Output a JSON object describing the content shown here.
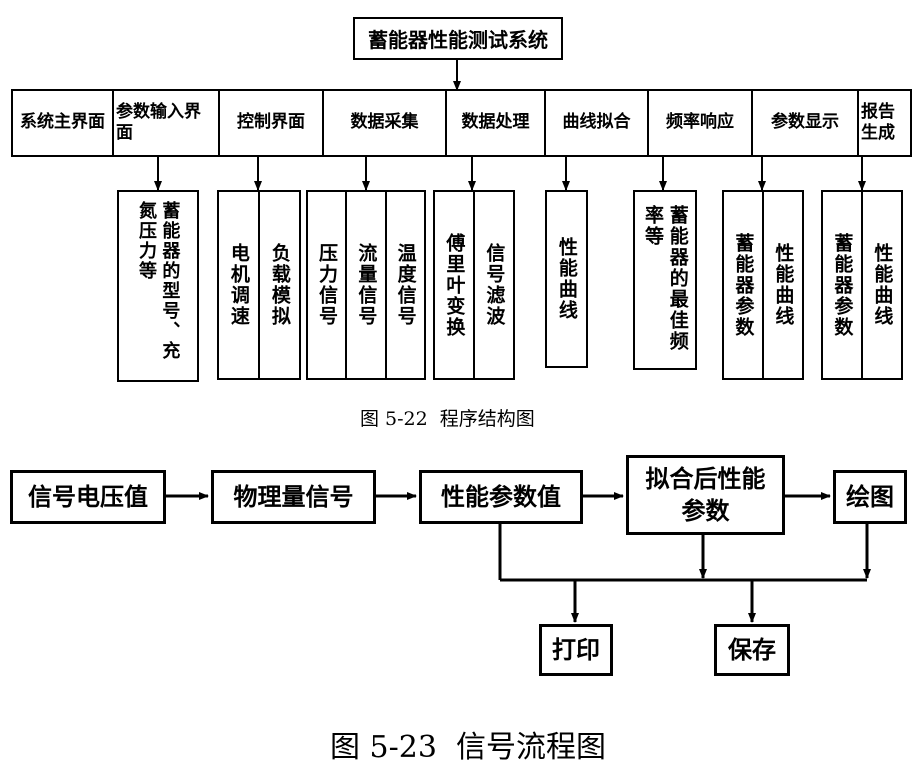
{
  "figure1": {
    "root": "蓄能器性能测试系统",
    "modules": [
      {
        "label": "系统主界面",
        "details": []
      },
      {
        "label": "参数输入界面",
        "details": [
          "蓄能器的型号、充氮压力等"
        ]
      },
      {
        "label": "控制界面",
        "details": [
          "电机调速",
          "负载模拟"
        ]
      },
      {
        "label": "数据采集",
        "details": [
          "压力信号",
          "流量信号",
          "温度信号"
        ]
      },
      {
        "label": "数据处理",
        "details": [
          "傅里叶变换",
          "信号滤波"
        ]
      },
      {
        "label": "曲线拟合",
        "details": [
          "性能曲线"
        ]
      },
      {
        "label": "频率响应",
        "details": [
          "蓄能器的最佳频率等"
        ]
      },
      {
        "label": "参数显示",
        "details": [
          "蓄能器参数",
          "性能曲线"
        ]
      },
      {
        "label": "报告生成",
        "details": [
          "蓄能器参数",
          "性能曲线"
        ]
      }
    ],
    "caption": "图 5-22  程序结构图"
  },
  "figure2": {
    "nodes": {
      "voltage": "信号电压值",
      "physical": "物理量信号",
      "param": "性能参数值",
      "fitted": "拟合后性能参数",
      "plot": "绘图",
      "print": "打印",
      "save": "保存"
    },
    "caption": "图 5-23  信号流程图"
  }
}
